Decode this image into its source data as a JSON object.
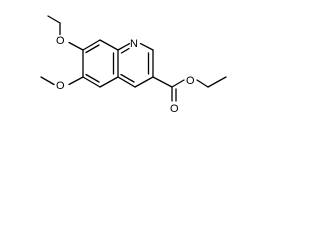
{
  "atoms": {
    "nitrogen": "N",
    "oxygen_methoxy_upper": "O",
    "oxygen_methoxy_lower": "O",
    "oxygen_ester_carbonyl": "O",
    "oxygen_ester_ether": "O"
  }
}
